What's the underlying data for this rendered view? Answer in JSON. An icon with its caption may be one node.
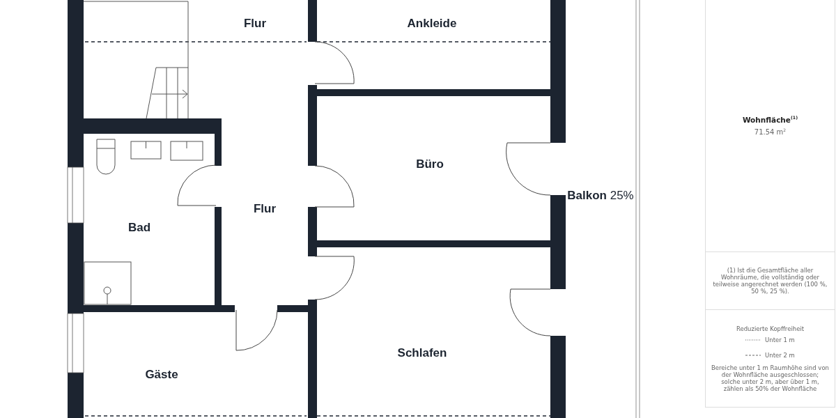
{
  "diagram": {
    "nodes": [
      {
        "text": [
          "Flur"
        ]
      },
      {
        "text": [
          "Ankleide"
        ]
      },
      {
        "text": [
          "Büro"
        ]
      },
      {
        "text": [
          "Flur"
        ]
      },
      {
        "text": [
          "Bad"
        ]
      },
      {
        "text": [
          "Schlafen"
        ]
      },
      {
        "text": [
          "Gäste"
        ]
      },
      {
        "text": [
          "**Balkon** 25%"
        ]
      },
      {
        "text": [
          "Wohnfläche$^{(1)}$",
          "71.54 m$^{2}$"
        ]
      },
      {
        "text": [
          "(1) Ist die Gesamtfläche aller Wohnräume, die vollständig oder teilweise angerechnet werden (100 %, 50 %, 25 %)."
        ]
      },
      {
        "text": [
          "Reduzierte Kopffreiheit",
          "Bereiche unter 1 m Raumhöhe sind von der Wohnfläche ausgeschlossen; solche unter 2 m, aber über 1 m, zählen als 50% der Wohnfläche"
        ]
      }
    ],
    "edges": [],
    "legend": [
      {
        "text": "Unter 1 m"
      },
      {
        "text": "Unter 2 m"
      }
    ]
  }
}
